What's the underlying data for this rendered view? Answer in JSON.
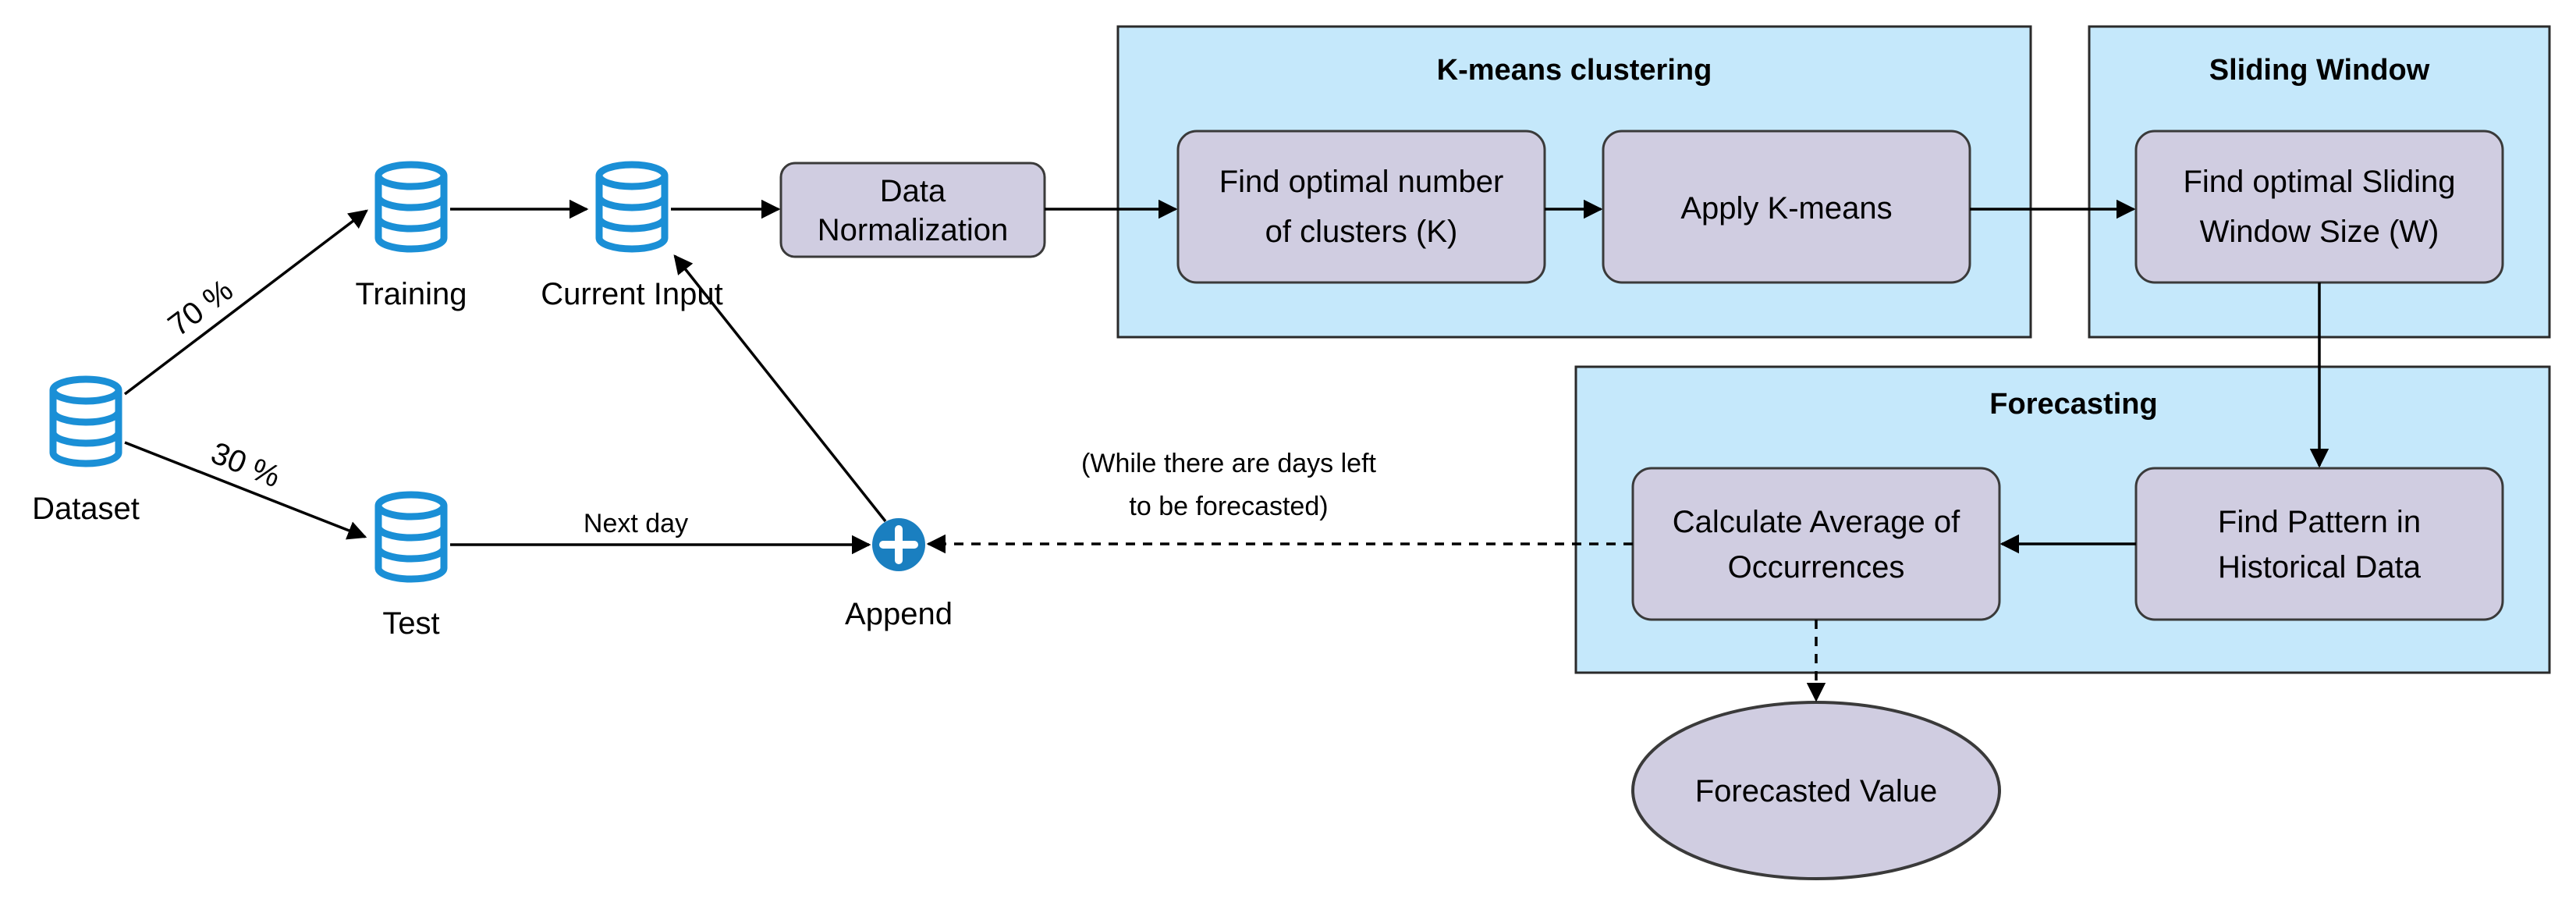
{
  "databases": {
    "dataset": "Dataset",
    "training": "Training",
    "current_input": "Current Input",
    "test": "Test"
  },
  "edges": {
    "train_split": "70 %",
    "test_split": "30 %",
    "next_day": "Next day",
    "loop_line1": "(While there are days left",
    "loop_line2": "to be forecasted)"
  },
  "append": {
    "label": "Append"
  },
  "normalization": {
    "line1": "Data",
    "line2": "Normalization"
  },
  "panels": {
    "kmeans": {
      "title": "K-means clustering",
      "find_k_line1": "Find optimal number",
      "find_k_line2": "of clusters (K)",
      "apply": "Apply K-means"
    },
    "sliding": {
      "title": "Sliding Window",
      "find_w_line1": "Find optimal Sliding",
      "find_w_line2": "Window Size (W)"
    },
    "forecasting": {
      "title": "Forecasting",
      "avg_line1": "Calculate Average of",
      "avg_line2": "Occurrences",
      "pattern_line1": "Find Pattern in",
      "pattern_line2": "Historical Data"
    }
  },
  "output": {
    "label": "Forecasted Value"
  },
  "colors": {
    "panel_fill": "#c5e8fb",
    "box_fill": "#d0cde1",
    "database_stroke": "#1a8fd6",
    "append_fill": "#1a7fc0"
  }
}
